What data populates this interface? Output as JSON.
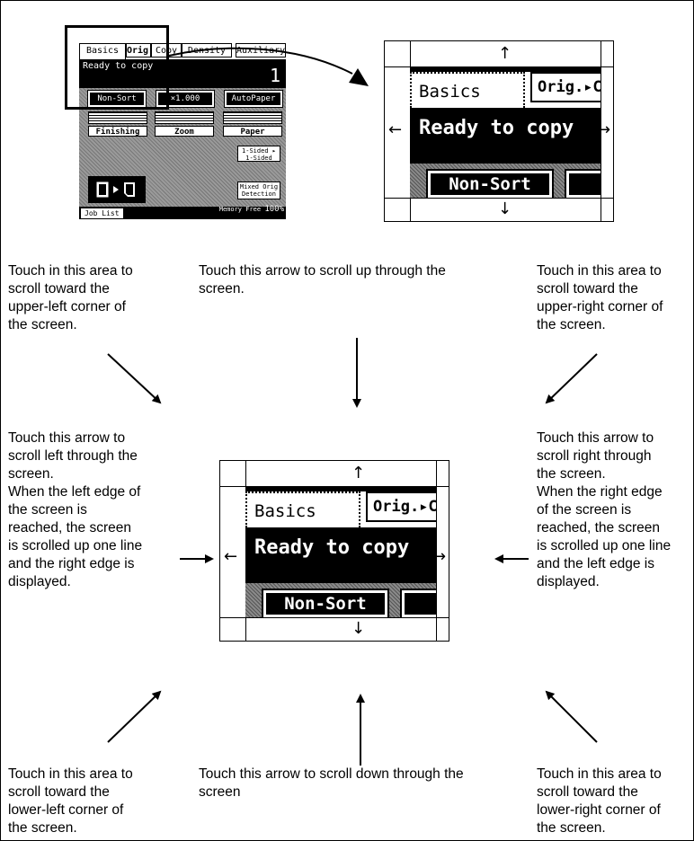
{
  "panel": {
    "tabs": [
      "Basics",
      "Orig.",
      "Copy",
      "Density",
      "Auxiliary"
    ],
    "status_message": "Ready to copy",
    "copy_count": "1",
    "buttons": [
      "Non-Sort",
      "×1.000",
      "AutoPaper"
    ],
    "labels": [
      "Finishing",
      "Zoom",
      "Paper"
    ],
    "sided_button": "1-Sided ▸ 1-Sided",
    "mixed_button": "Mixed Orig Detection",
    "job_list": "Job List",
    "memory": "Memory Free",
    "memory_value": "100%"
  },
  "zoom": {
    "tab_basics": "Basics",
    "tab_orig": "Orig.▸C",
    "status": "Ready to copy",
    "button": "Non-Sort"
  },
  "captions": {
    "upper_left": [
      "Touch in this area to",
      "scroll toward the",
      "upper-left corner of",
      "the screen."
    ],
    "up": [
      "Touch this arrow to scroll up through the",
      "screen."
    ],
    "upper_right": [
      "Touch in this area to",
      "scroll toward the",
      "upper-right corner of",
      "the screen."
    ],
    "left": [
      "Touch this arrow to",
      "scroll left through the",
      "screen.",
      "When the left edge of",
      "the screen is",
      "reached, the screen",
      "is scrolled up one line",
      "and the right edge is",
      "displayed."
    ],
    "right": [
      "Touch this arrow to",
      "scroll right through",
      "the screen.",
      "When the right edge",
      "of the screen is",
      "reached, the screen",
      "is scrolled up one line",
      "and the left edge is",
      "displayed."
    ],
    "lower_left": [
      "Touch in this area to",
      "scroll toward the",
      "lower-left corner of",
      "the screen."
    ],
    "down": [
      "Touch this arrow to scroll down through the",
      "screen"
    ],
    "lower_right": [
      "Touch in this area to",
      "scroll toward the",
      "lower-right corner of",
      "the screen."
    ]
  }
}
